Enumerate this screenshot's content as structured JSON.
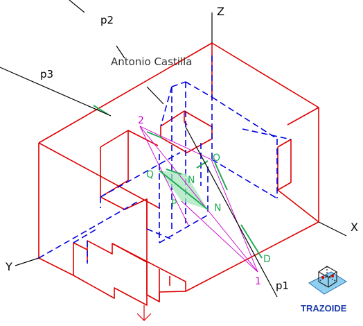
{
  "author": "Antonio  Castilla",
  "axes": {
    "z": "Z",
    "x": "X",
    "y": "Y"
  },
  "lines": {
    "p1": "p1",
    "p2": "p2",
    "p3": "p3"
  },
  "points": {
    "origin": "O",
    "trace_point": "D",
    "n_upper": "N",
    "n_lower": "N",
    "q": "Q",
    "p": "P",
    "num_1": "1",
    "num_2": "2"
  },
  "logo": {
    "text": "TRAZOIDE"
  },
  "colors": {
    "solid": "#dd0000",
    "hidden": "#0000dd",
    "trace": "#22aa55",
    "construction": "#cc00cc",
    "plane_fill": "#9ee6b8",
    "line": "#000000",
    "label": "#333333",
    "logo_text": "#1a3aa8"
  }
}
